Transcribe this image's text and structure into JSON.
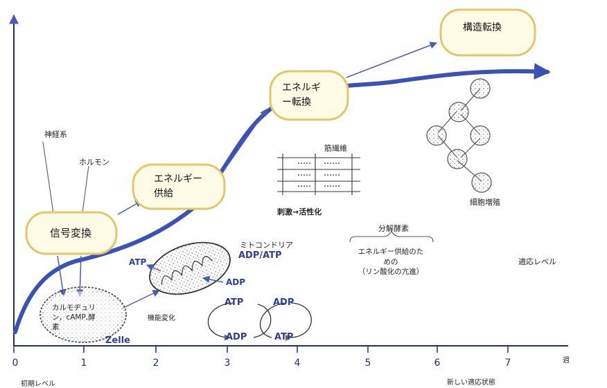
{
  "boxes": {
    "signal": "信号変換",
    "energy_supply": "エネルギー\n供給",
    "energy_convert": "エネルギ\nー転換",
    "structure": "構造転換"
  },
  "labels": {
    "nervous": "神経系",
    "hormone": "ホルモン",
    "muscle_fiber": "筋繊維",
    "stimulus": "刺激→活性化",
    "cell_prolif": "細胞増殖",
    "mitochondria": "ミトコンドリア",
    "adp_atp": "ADP/ATP",
    "atp_left": "ATP",
    "adp_in": "ADP",
    "function_change": "機能変化",
    "cell_contents": "カルモヂュリ\nン，cAMP,酵\n素",
    "zelle": "Zelle",
    "enzyme": "分解酵素",
    "energy_supply_text": "エネルギー供給のた\nめの\n（リン酸化の亢進）",
    "adapt_level": "適応レベル",
    "initial_level": "初期レベル",
    "new_state": "新しい適応状態",
    "week": "週"
  },
  "cycle": {
    "atp_top_left": "ATP",
    "adp_top_right": "ADP",
    "adp_bottom_left": "ADP",
    "atp_bottom_right": "ATP"
  },
  "axis": {
    "ticks": [
      "0",
      "1",
      "2",
      "3",
      "4",
      "5",
      "6",
      "7"
    ]
  },
  "colors": {
    "curve": "#3a52b5",
    "box_fill": "#fffbe6",
    "box_stroke": "#e3c766",
    "axis": "#1b2f80",
    "arrow": "#4a5bb5"
  }
}
